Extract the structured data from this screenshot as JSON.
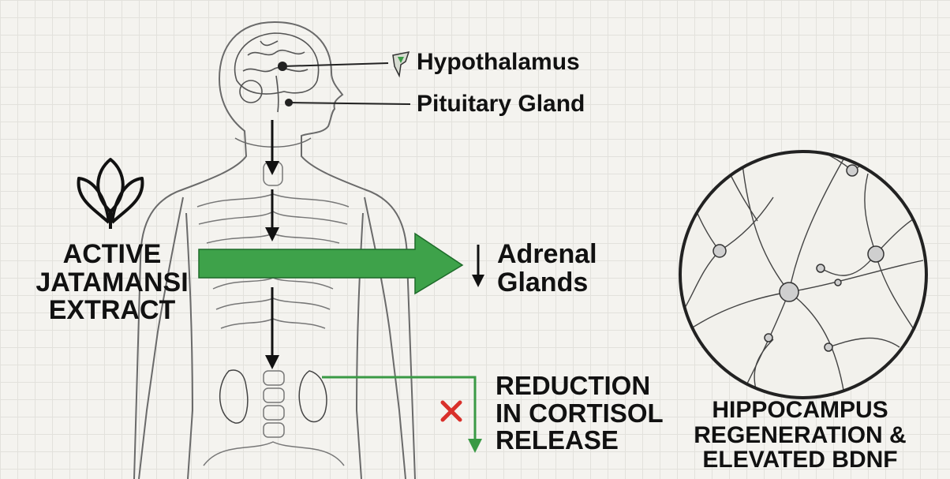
{
  "labels": {
    "hypothalamus": "Hypothalamus",
    "pituitary": "Pituitary Gland",
    "active_extract": [
      "ACTIVE",
      "JATAMANSI",
      "EXTRACT"
    ],
    "adrenal": [
      "Adrenal",
      "Glands"
    ],
    "reduction": [
      "REDUCTION",
      "IN CORTISOL",
      "RELEASE"
    ],
    "hippocampus": [
      "HIPPOCAMPUS",
      "REGENERATION &",
      "ELEVATED BDNF"
    ]
  },
  "icons": [
    "leaf-sprout-icon",
    "hypothalamus-icon",
    "down-arrow-icon",
    "red-x-icon"
  ],
  "colors": {
    "arrow_green": "#3ea24a",
    "line_green": "#3a9a45",
    "red_x": "#d9302b",
    "ink": "#111111",
    "grid": "#e2e1dc"
  }
}
